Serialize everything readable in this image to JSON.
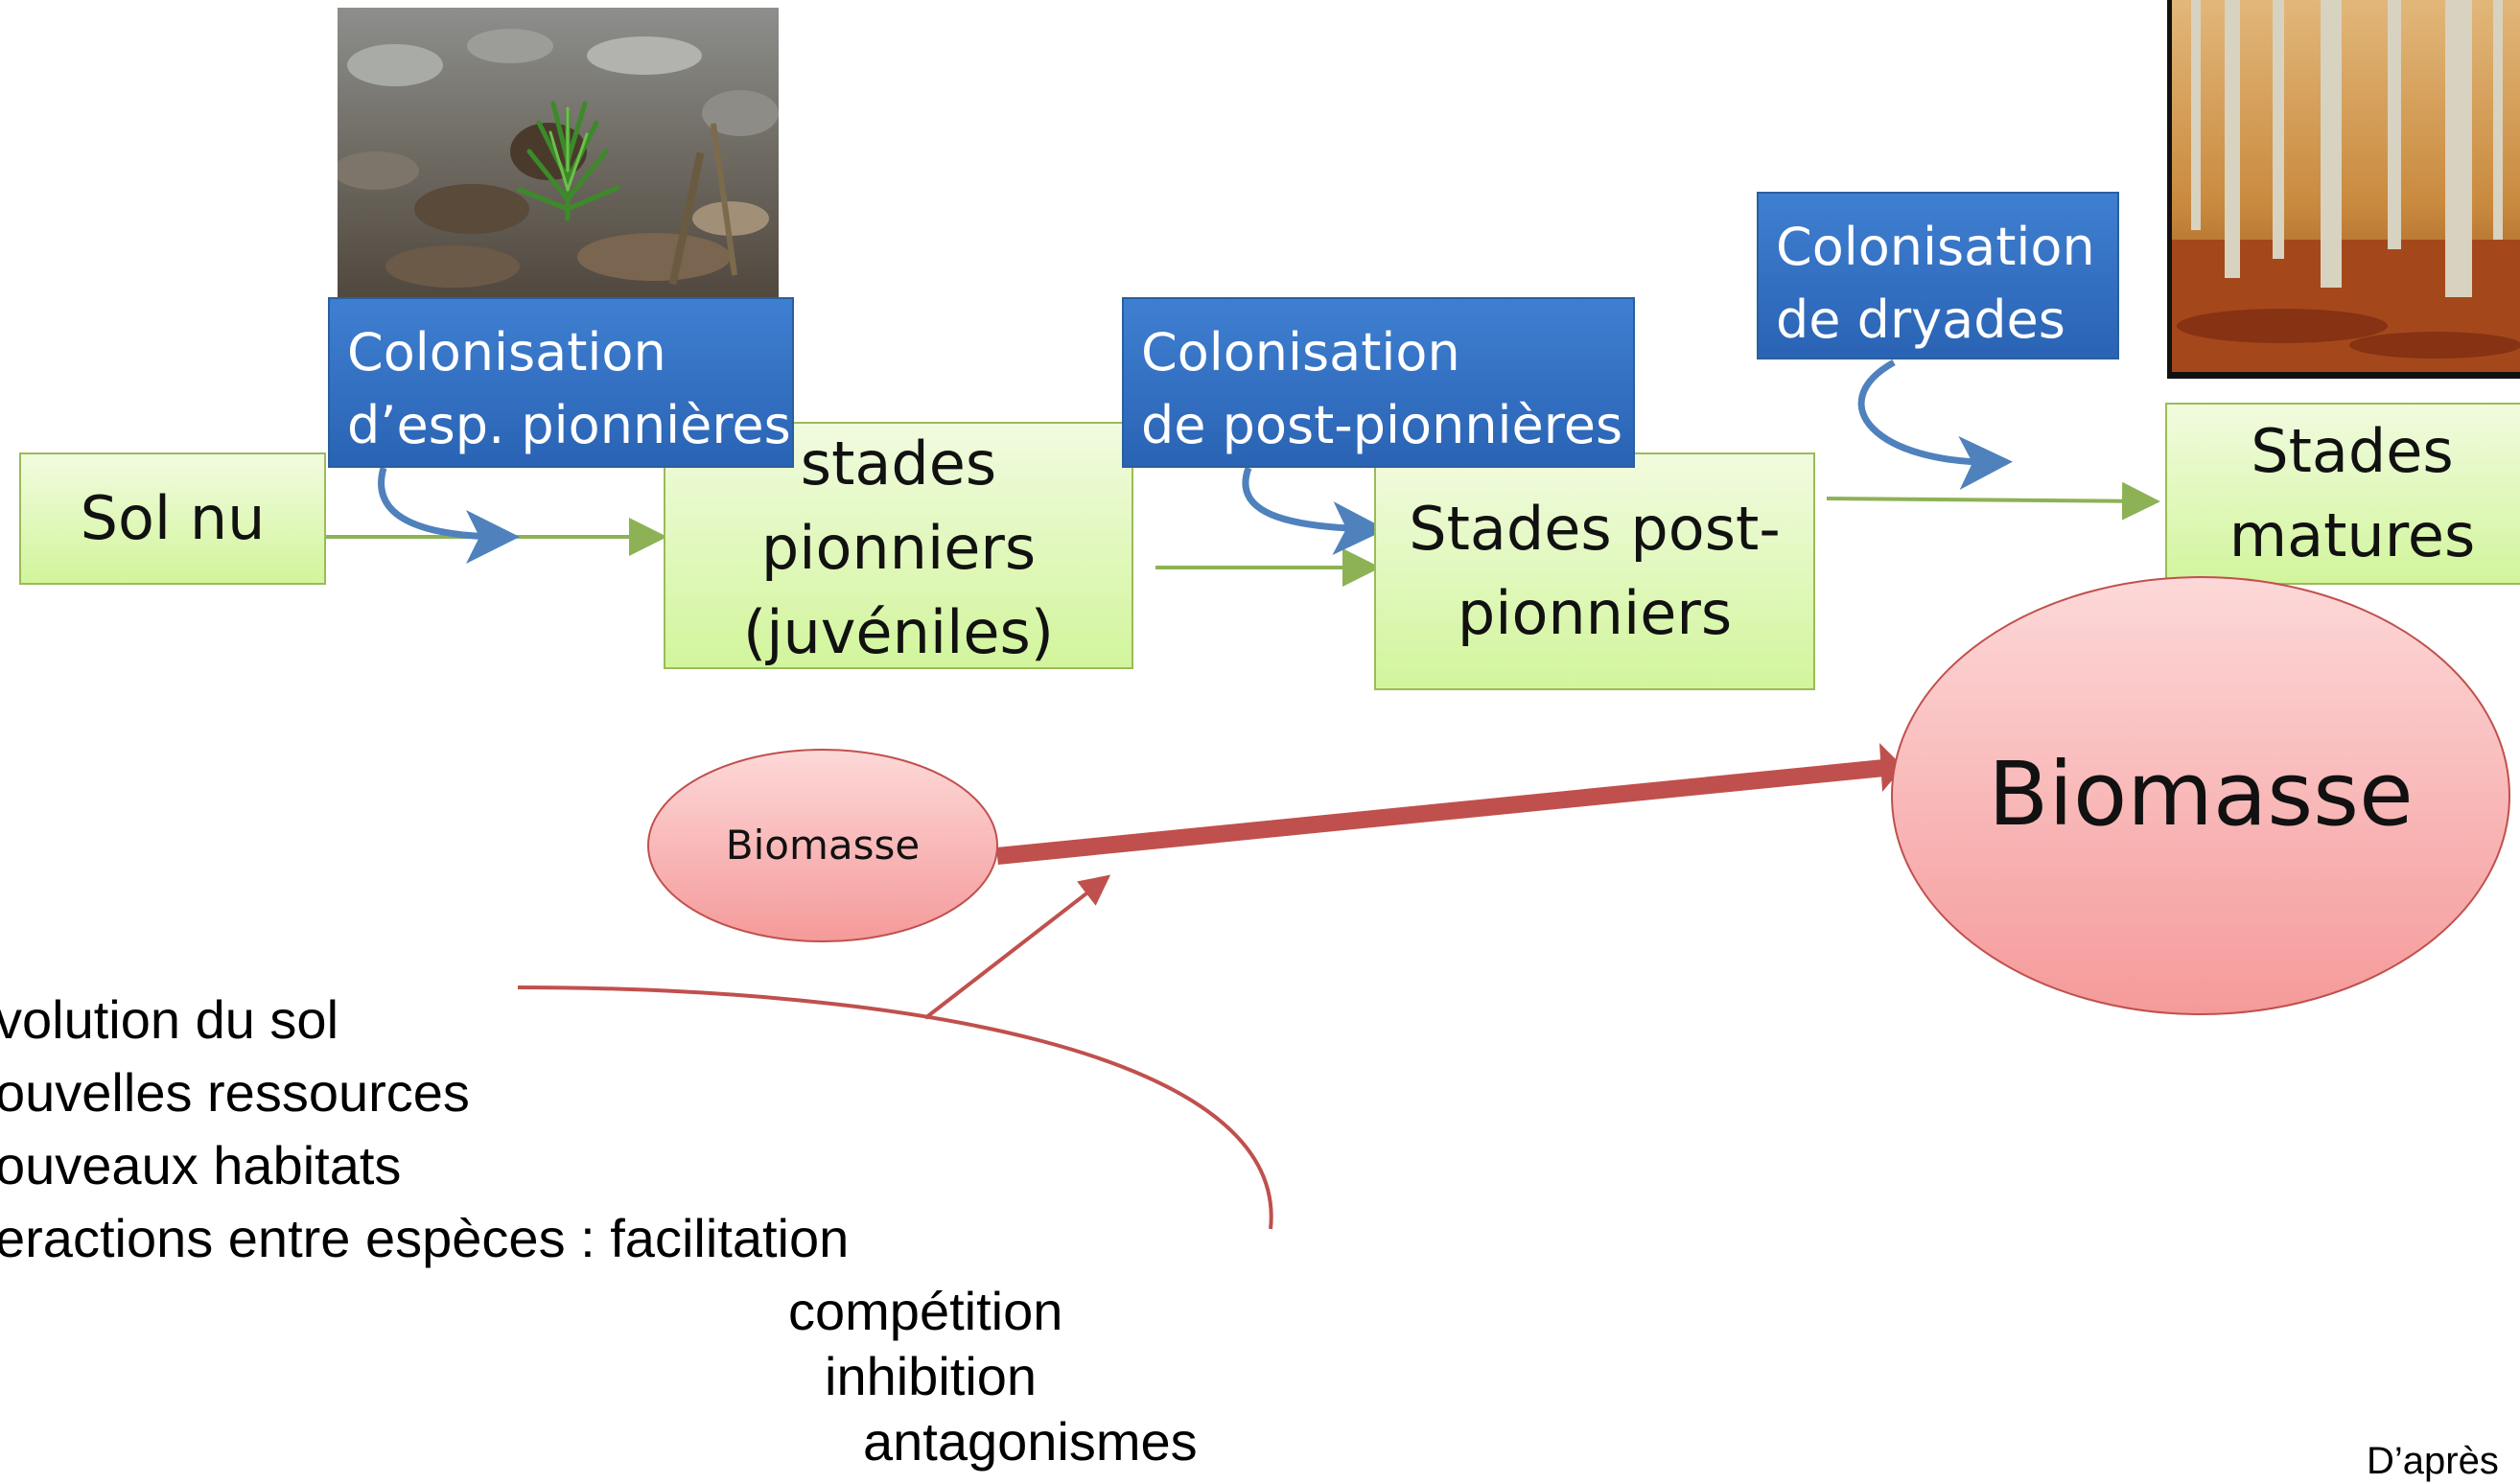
{
  "stages": {
    "sol_nu": "Sol nu",
    "pionniers": "stades\npionniers\n(juvéniles)",
    "post_pionniers": "Stades post-\npionniers",
    "matures": "Stades\nmatures"
  },
  "colonisations": {
    "pionnieres": "Colonisation\nd’esp. pionnières",
    "post_pionnieres": "Colonisation\nde post-pionnières",
    "dryades": "Colonisation\nde dryades"
  },
  "biomasse": {
    "small": "Biomasse",
    "large": "Biomasse"
  },
  "processes": {
    "lines": [
      "volution du sol",
      "ouvelles ressources",
      "ouveaux habitats",
      "eractions entre espèces : facilitation"
    ],
    "interactions": [
      "compétition",
      "inhibition",
      "antagonismes"
    ]
  },
  "credit": "D’après",
  "colors": {
    "stage_fill": "#d2f59c",
    "stage_border": "#9bbb59",
    "colonisation_fill": "#2f6bbd",
    "green_arrow": "#8db255",
    "blue_arrow": "#4f81bd",
    "biomass_fill": "#f8a6a6",
    "red_arrow": "#c0504d"
  },
  "icons": [
    "pine-seedling-photo",
    "mature-forest-photo"
  ]
}
